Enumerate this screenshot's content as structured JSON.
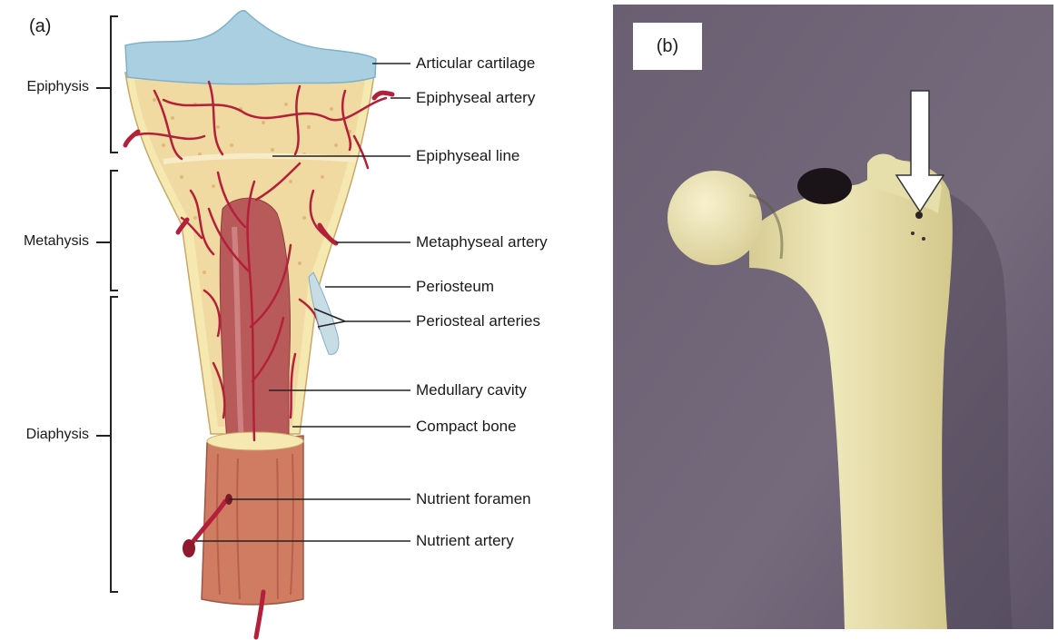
{
  "panels": {
    "a": "(a)",
    "b": "(b)"
  },
  "regions": {
    "epiphysis": "Epiphysis",
    "metaphysis": "Metahysis",
    "diaphysis": "Diaphysis"
  },
  "labels": {
    "articular_cartilage": "Articular cartilage",
    "epiphyseal_artery": "Epiphyseal artery",
    "epiphyseal_line": "Epiphyseal line",
    "metaphyseal_artery": "Metaphyseal artery",
    "periosteum": "Periosteum",
    "periosteal_arteries": "Periosteal arteries",
    "medullary_cavity": "Medullary cavity",
    "compact_bone": "Compact bone",
    "nutrient_foramen": "Nutrient foramen",
    "nutrient_artery": "Nutrient artery"
  },
  "colors": {
    "artery": "#b3203a",
    "cartilage": "#a9cfe0",
    "spongy_bone": "#f1d9a2",
    "compact_bone": "#f5e8b0",
    "medullary": "#b85a5a",
    "shaft": "#cf7c62",
    "photo_background": "#6f6478",
    "photo_bone": "#ece5b4",
    "leader": "#222222"
  }
}
